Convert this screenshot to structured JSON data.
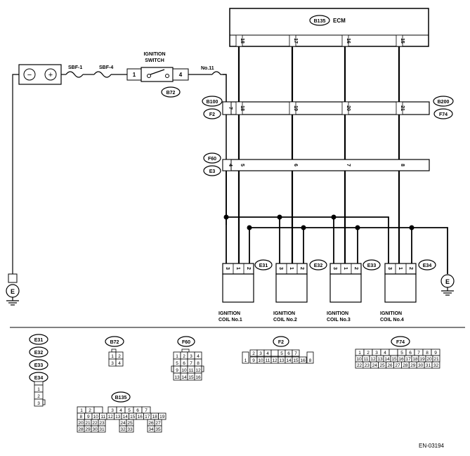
{
  "ecm": {
    "code": "B135",
    "label": "ECM",
    "pins": [
      "18",
      "17",
      "16",
      "15"
    ]
  },
  "battery": {
    "minus": "−",
    "plus": "+"
  },
  "fuses": [
    {
      "label": "SBF-1"
    },
    {
      "label": "SBF-4"
    }
  ],
  "ignition_switch": {
    "line1": "IGNITION",
    "line2": "SWITCH",
    "code": "B72",
    "pin_in": "1",
    "pin_out": "4"
  },
  "wire_no11": "No.11",
  "connector_b100": {
    "left_top": "B100",
    "left_bottom": "F2",
    "right_top": "B200",
    "right_bottom": "F74",
    "pins": [
      "7",
      "18",
      "19",
      "20",
      "21"
    ]
  },
  "connector_f60": {
    "top": "F60",
    "bottom": "E3",
    "pins": [
      "4",
      "5",
      "6",
      "7",
      "8"
    ]
  },
  "coils": [
    {
      "code": "E31",
      "pins": [
        "3",
        "1",
        "2"
      ],
      "line1": "IGNITION",
      "line2": "COIL No.1"
    },
    {
      "code": "E32",
      "pins": [
        "3",
        "1",
        "2"
      ],
      "line1": "IGNITION",
      "line2": "COIL No.2"
    },
    {
      "code": "E33",
      "pins": [
        "3",
        "1",
        "2"
      ],
      "line1": "IGNITION",
      "line2": "COIL No.3"
    },
    {
      "code": "E34",
      "pins": [
        "3",
        "1",
        "2"
      ],
      "line1": "IGNITION",
      "line2": "COIL No.4"
    }
  ],
  "ground": "E",
  "connector_views": {
    "e_codes": [
      "E31",
      "E32",
      "E33",
      "E34"
    ],
    "e_pins": [
      "1",
      "2",
      "3"
    ],
    "b72": {
      "code": "B72",
      "pins": [
        "1",
        "2",
        "3",
        "4"
      ]
    },
    "f60": {
      "code": "F60",
      "rows": [
        [
          "1",
          "2",
          "3",
          "4"
        ],
        [
          "5",
          "6",
          "7",
          "8"
        ],
        [
          "9",
          "10",
          "11",
          "12"
        ],
        [
          "13",
          "14",
          "15",
          "16"
        ]
      ]
    },
    "f2": {
      "code": "F2",
      "rows": [
        [
          "2",
          "3",
          "4",
          "",
          "5",
          "6",
          "7"
        ],
        [
          "9",
          "10",
          "11",
          "12",
          "13",
          "14",
          "15",
          "16"
        ]
      ],
      "left": "1",
      "right": "8"
    },
    "f74": {
      "code": "F74",
      "rows": [
        [
          "1",
          "2",
          "3",
          "4",
          "",
          "5",
          "6",
          "7",
          "8",
          "9"
        ],
        [
          "10",
          "11",
          "12",
          "13",
          "14",
          "15",
          "16",
          "17",
          "18",
          "19",
          "20",
          "21"
        ],
        [
          "22",
          "23",
          "24",
          "25",
          "26",
          "27",
          "28",
          "29",
          "30",
          "31",
          "32"
        ]
      ]
    },
    "b135": {
      "code": "B135",
      "rows": [
        [
          "1",
          "2",
          "",
          "3",
          "4",
          "5",
          "6",
          "7"
        ],
        [
          "8",
          "9",
          "10",
          "11",
          "12",
          "13",
          "14",
          "15",
          "16",
          "17",
          "18",
          "19"
        ],
        [
          "20",
          "21",
          "22",
          "23",
          "24",
          "25",
          "26",
          "27"
        ],
        [
          "28",
          "29",
          "30",
          "31",
          "32",
          "33",
          "34",
          "35"
        ]
      ]
    }
  },
  "figure_id": "EN-03194"
}
